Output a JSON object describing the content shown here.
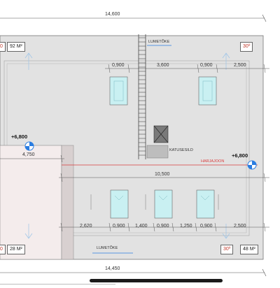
{
  "dims": {
    "top_total": "14,600",
    "bottom_total": "14,450",
    "upper_a": "0,900",
    "upper_b": "3,600",
    "upper_c": "0,900",
    "upper_d": "2,500",
    "left_width": "4,750",
    "mid_span": "10,500",
    "lower_a": "2,620",
    "lower_b": "0,900",
    "lower_c": "1,400",
    "lower_d": "0,900",
    "lower_e": "1,250",
    "lower_f": "0,900",
    "lower_g": "2,500"
  },
  "badges": {
    "tl_deg": "0",
    "tl_area": "92 M²",
    "tr_deg": "30º",
    "bl_deg": "0",
    "bl_area": "28 M²",
    "br_deg": "30º",
    "br_area": "48 M²"
  },
  "labels": {
    "chimney_top": "LUMETÕKE",
    "chimney_bottom": "LUMETÕKE",
    "roof_ladder": "KATUSESILD",
    "ridge": "HARJAJOON"
  },
  "elevations": {
    "left": "+6,800",
    "right": "+6,800"
  },
  "colors": {
    "roof_fill": "#e2e2e2",
    "ridge_line": "#d93b3b",
    "marker_blue": "#2a7de1",
    "window_fill": "#c9f0f2"
  }
}
